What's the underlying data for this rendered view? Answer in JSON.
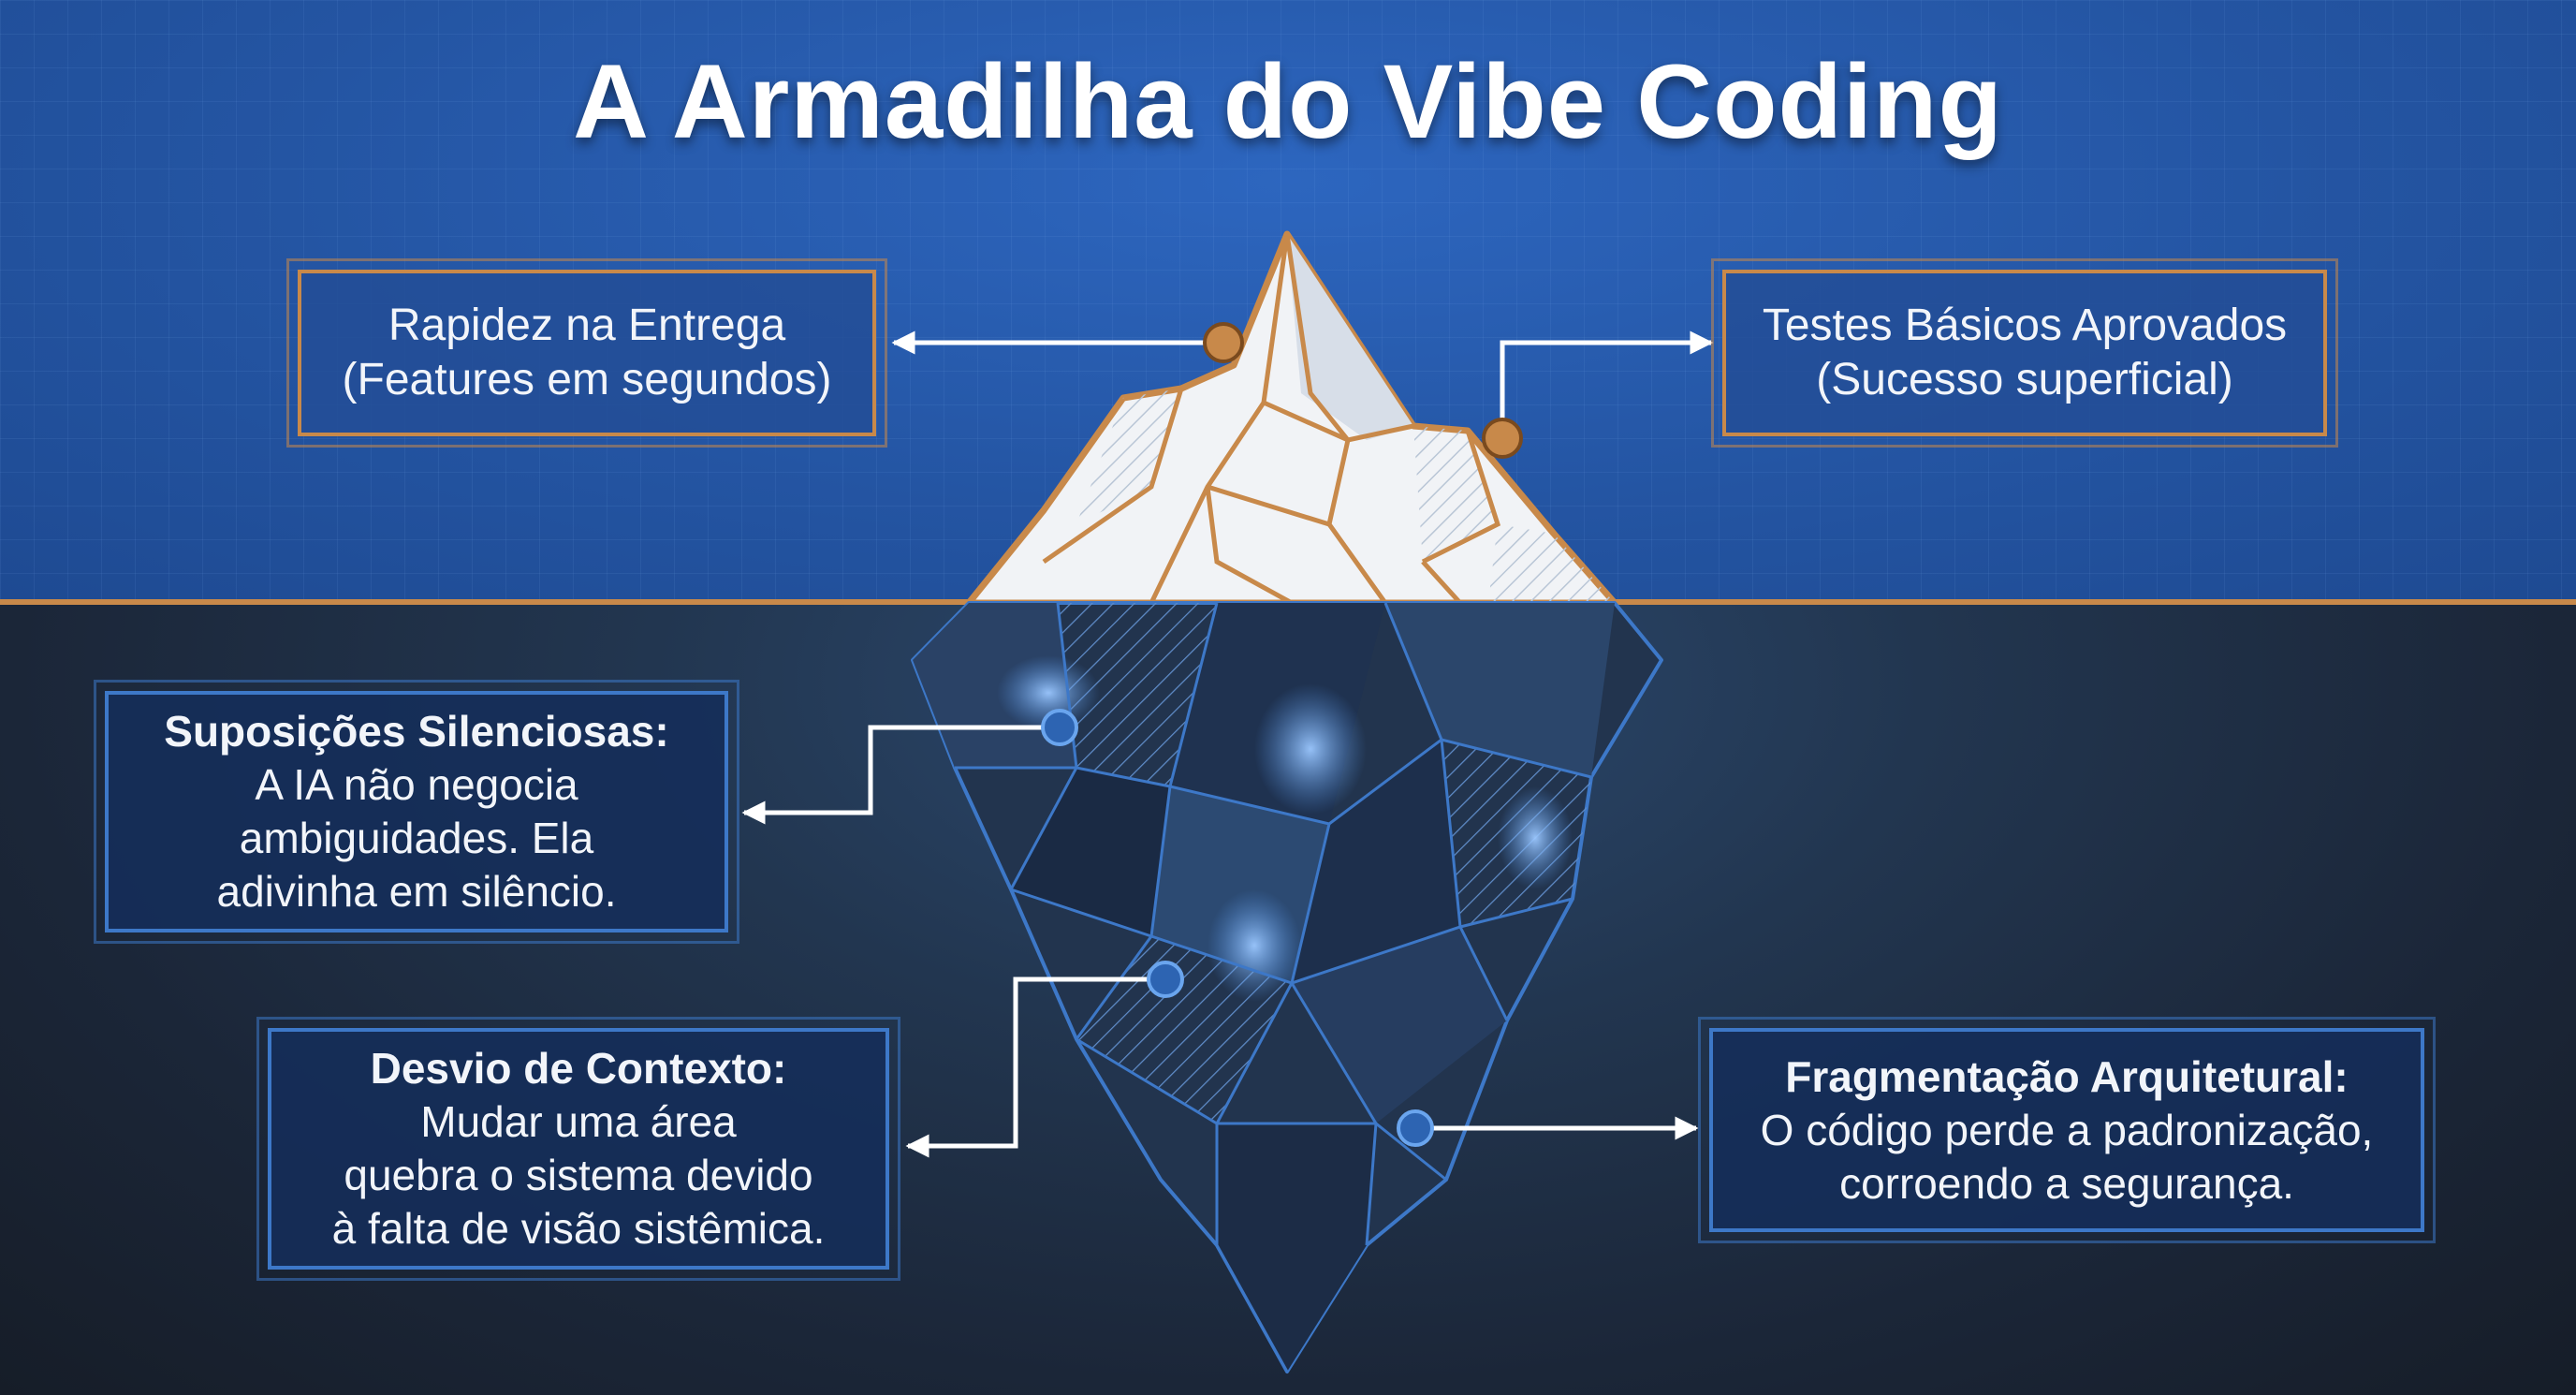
{
  "title": "A Armadilha do Vibe Coding",
  "colors": {
    "sky": "#2458a8",
    "sea": "#1b2638",
    "accent_orange": "#c8894a",
    "accent_blue": "#3d78c8",
    "text": "#ffffff"
  },
  "above": {
    "left": {
      "line1": "Rapidez na Entrega",
      "line2": "(Features em segundos)"
    },
    "right": {
      "line1": "Testes Básicos Aprovados",
      "line2": "(Sucesso superficial)"
    }
  },
  "below": {
    "silent": {
      "title": "Suposições Silenciosas:",
      "l1": "A IA não negocia",
      "l2": "ambiguidades. Ela",
      "l3": "adivinha em silêncio."
    },
    "context": {
      "title": "Desvio de Contexto:",
      "l1": "Mudar uma área",
      "l2": "quebra o sistema devido",
      "l3": "à falta de visão sistêmica."
    },
    "frag": {
      "title": "Fragmentação Arquitetural:",
      "l1": "O código perde a padronização,",
      "l2": "corroendo a segurança."
    }
  }
}
